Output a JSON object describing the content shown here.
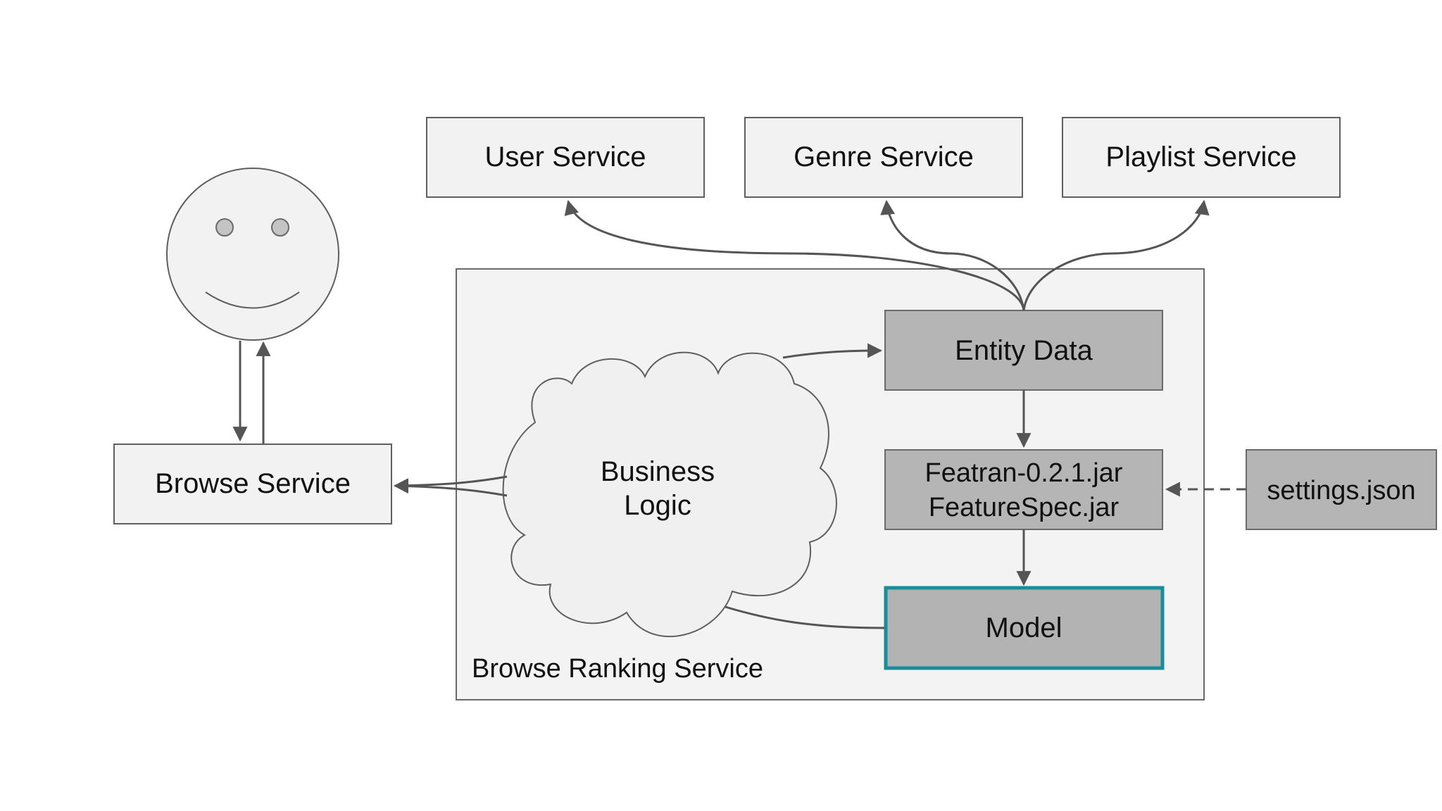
{
  "colors": {
    "light_box_fill": "#f2f2f2",
    "dark_box_fill": "#b5b5b5",
    "stroke": "#5f5f5f",
    "arrow": "#555555",
    "model_highlight": "#178e98",
    "container_fill": "#f3f3f3"
  },
  "user": {
    "icon": "smiley-face-icon"
  },
  "services": {
    "user": "User Service",
    "genre": "Genre Service",
    "playlist": "Playlist Service",
    "browse": "Browse Service"
  },
  "container": {
    "label": "Browse Ranking Service"
  },
  "business_logic": {
    "line1": "Business",
    "line2": "Logic",
    "icon": "cloud-icon"
  },
  "entity_data": "Entity Data",
  "jars": {
    "line1": "Featran-0.2.1.jar",
    "line2": "FeatureSpec.jar"
  },
  "model": "Model",
  "settings": "settings.json"
}
